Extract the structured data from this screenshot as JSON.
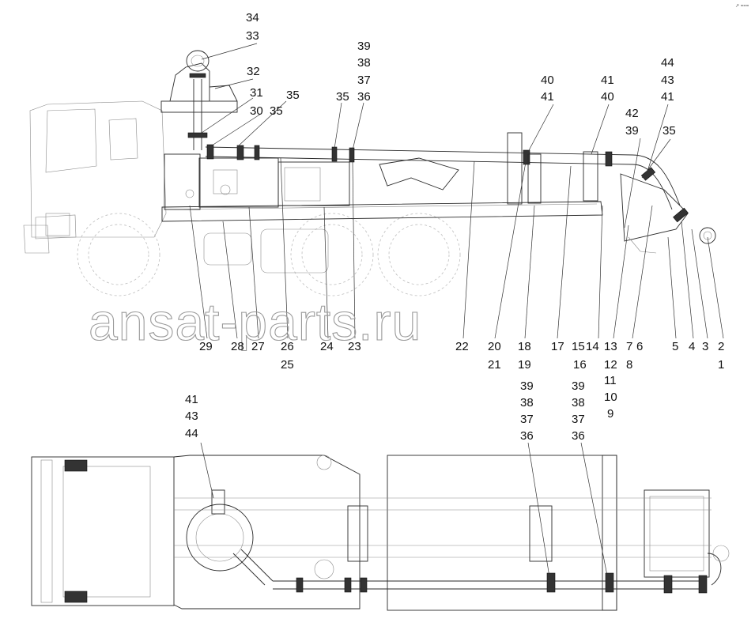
{
  "watermark": "ansat-parts.ru",
  "corner_mark": "↗ ===",
  "callouts_side": [
    "34",
    "33",
    "32",
    "31",
    "30",
    "35",
    "35",
    "35",
    "39",
    "38",
    "37",
    "36",
    "40",
    "41",
    "41",
    "40",
    "42",
    "39",
    "44",
    "43",
    "41",
    "35",
    "29",
    "28",
    "27",
    "26",
    "25",
    "24",
    "23",
    "22",
    "20",
    "21",
    "18",
    "19",
    "17",
    "15",
    "14",
    "16",
    "13",
    "12",
    "11",
    "10",
    "9",
    "7",
    "8",
    "6",
    "5",
    "4",
    "3",
    "2",
    "1"
  ],
  "callouts_plan": [
    "41",
    "43",
    "44",
    "39",
    "38",
    "37",
    "36",
    "39",
    "38",
    "37",
    "36"
  ]
}
